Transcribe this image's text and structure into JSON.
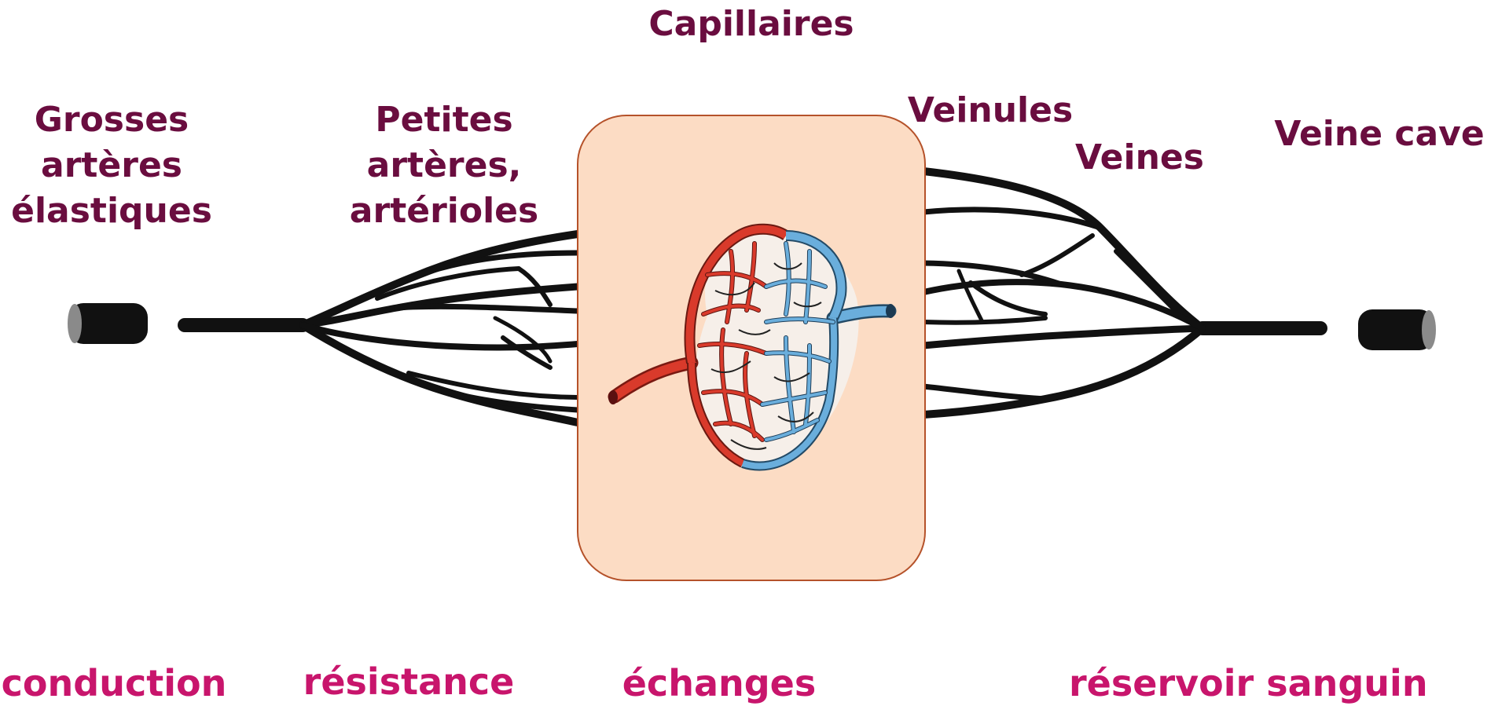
{
  "labels": {
    "capillaires": "Capillaires",
    "grosses_arteres": [
      "Grosses",
      "artères",
      "élastiques"
    ],
    "petites_arteres": [
      "Petites",
      "artères,",
      "artérioles"
    ],
    "veinules": "Veinules",
    "veines": "Veines",
    "veine_cave": "Veine cave"
  },
  "functions": {
    "conduction": "conduction",
    "resistance": "résistance",
    "echanges": "échanges",
    "reservoir": "réservoir sanguin"
  },
  "colors": {
    "label_text": "#6a0d3f",
    "function_text": "#c8156c",
    "vessel_stroke": "#111111",
    "capillary_box_fill": "#fcdcc4",
    "capillary_box_border": "#b5522a",
    "arterial_red": "#d93a2b",
    "venous_blue": "#6aaedc"
  }
}
